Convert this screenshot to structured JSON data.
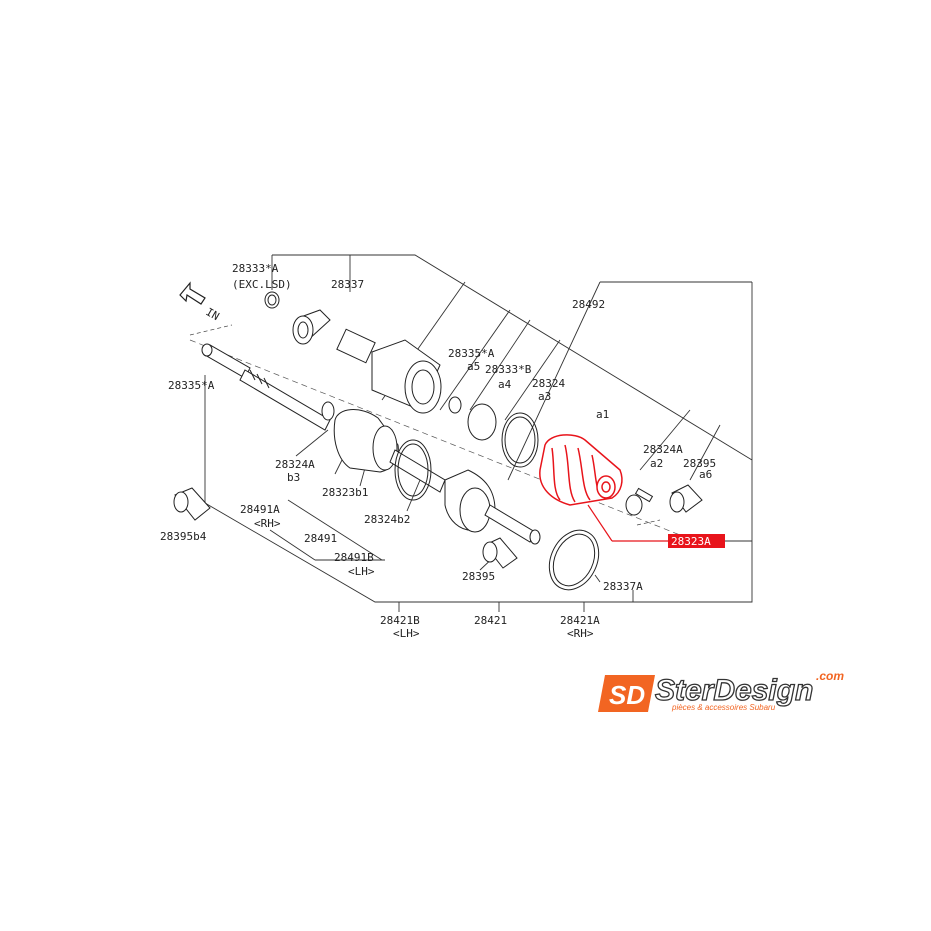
{
  "direction": {
    "text": "IN",
    "icon": "in-direction-arrow-icon"
  },
  "labels": {
    "p28333A": "28333*A",
    "exc_lsd": "(EXC.LSD)",
    "p28337": "28337",
    "p28492": "28492",
    "p28335A_top": "28335*A",
    "a5": "a5",
    "p28333B": "28333*B",
    "a4": "a4",
    "p28324": "28324",
    "a3": "a3",
    "a1": "a1",
    "p28324A_right": "28324A",
    "p28395_right": "28395",
    "a2": "a2",
    "a6": "a6",
    "p28335A_left": "28335*A",
    "p28324A_left": "28324A",
    "b3": "b3",
    "p28323b1": "28323b1",
    "p28324b2": "28324b2",
    "p28491A": "28491A",
    "rh1": "<RH>",
    "p28491": "28491",
    "p28491B": "28491B",
    "lh1": "<LH>",
    "p28395b4": "28395b4",
    "p28395_mid": "28395",
    "p28337A": "28337A",
    "p28421B": "28421B",
    "lh2": "<LH>",
    "p28421": "28421",
    "p28421A": "28421A",
    "rh2": "<RH>"
  },
  "highlight": {
    "part": "28323A",
    "color": "#e8141b"
  },
  "logo": {
    "mark": "SD",
    "name": "SterDesign",
    "domain": ".com",
    "tagline": "pièces & accessoires Subaru",
    "color": "#f26522"
  }
}
